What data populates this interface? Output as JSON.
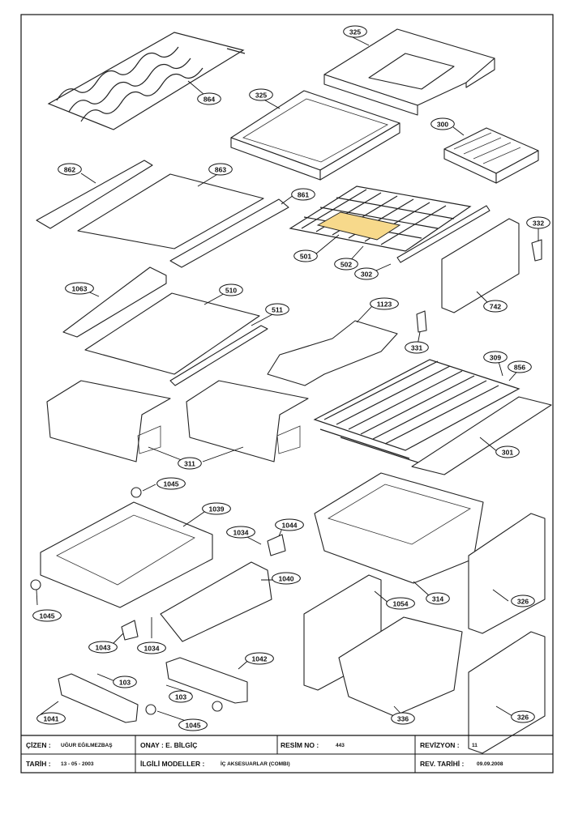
{
  "labels": [
    "325",
    "325",
    "864",
    "300",
    "862",
    "863",
    "861",
    "501",
    "502",
    "302",
    "332",
    "742",
    "1063",
    "510",
    "511",
    "1123",
    "331",
    "309",
    "856",
    "311",
    "301",
    "1045",
    "1039",
    "1034",
    "1044",
    "1040",
    "314",
    "1045",
    "1043",
    "1034",
    "1054",
    "326",
    "1042",
    "103",
    "103",
    "336",
    "1041",
    "1045",
    "326"
  ],
  "title_block": {
    "drawn_by_label": "ÇİZEN :",
    "drawn_by": "UĞUR EĞILMEZBAŞ",
    "approved_by_label": "ONAY : E. BİLGİÇ",
    "drawing_no_label": "RESİM NO :",
    "drawing_no": "443",
    "revision_label": "REVİZYON :",
    "revision": "11",
    "date_label": "TARİH :",
    "date": "13 - 05 - 2003",
    "related_models_label": "İLGİLİ MODELLER :",
    "related_models": "İÇ AKSESUARLAR (COMBI)",
    "rev_date_label": "REV. TARİHİ :",
    "rev_date": "09.09.2008"
  },
  "colors": {
    "line": "#222222",
    "highlight": "#f7d98b"
  }
}
